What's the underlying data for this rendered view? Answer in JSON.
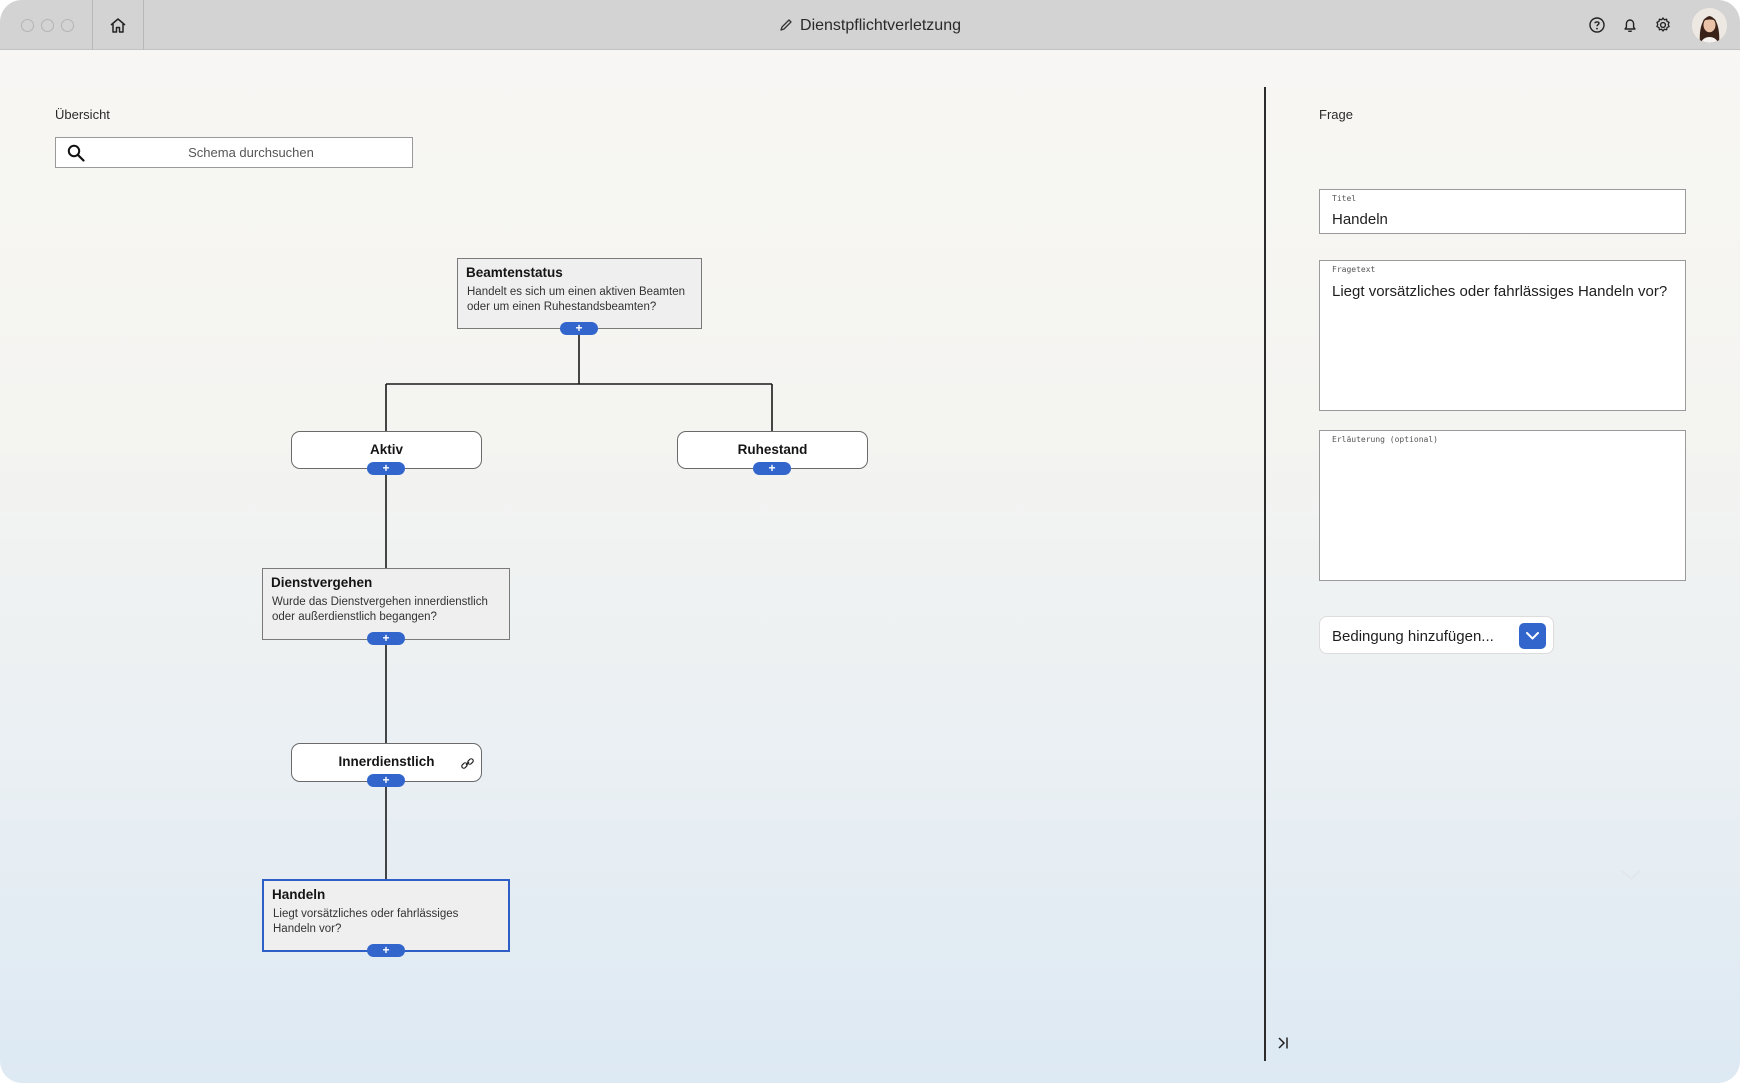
{
  "window": {
    "title": "Dienstpflichtverletzung"
  },
  "overview": {
    "label": "Übersicht",
    "search_placeholder": "Schema durchsuchen"
  },
  "tree": {
    "nodes": [
      {
        "id": "beamtenstatus",
        "kind": "question",
        "title": "Beamtenstatus",
        "text": "Handelt es sich um einen aktiven Beamten oder um einen Ruhestandsbeamten?"
      },
      {
        "id": "aktiv",
        "kind": "answer",
        "title": "Aktiv"
      },
      {
        "id": "ruhestand",
        "kind": "answer",
        "title": "Ruhestand"
      },
      {
        "id": "dienstvergehen",
        "kind": "question",
        "title": "Dienstvergehen",
        "text": "Wurde das Dienstvergehen innerdienstlich oder außerdienstlich begangen?"
      },
      {
        "id": "innerdienstlich",
        "kind": "answer",
        "title": "Innerdienstlich",
        "has_link_icon": true
      },
      {
        "id": "handeln",
        "kind": "question",
        "title": "Handeln",
        "text": "Liegt vorsätzliches oder fahrlässiges Handeln vor?",
        "selected": true
      }
    ],
    "add_symbol": "+"
  },
  "question_panel": {
    "label": "Frage",
    "title_field": {
      "label": "Titel",
      "value": "Handeln"
    },
    "text_field": {
      "label": "Fragetext",
      "value": "Liegt vorsätzliches oder fahrlässiges Handeln vor?"
    },
    "explanation_field": {
      "label": "Erläuterung (optional)",
      "value": ""
    },
    "condition_select": {
      "label": "Bedingung hinzufügen..."
    }
  },
  "icons": {
    "home": "home-icon",
    "pen": "pen-icon",
    "help": "help-icon",
    "notifications": "bell-icon",
    "settings": "gear-icon",
    "search": "search-icon",
    "link": "link-icon",
    "collapse": "collapse-panel-icon",
    "chevron": "chevron-down-icon"
  },
  "colors": {
    "accent": "#3366cc",
    "titlebar": "#d3d3d3"
  }
}
